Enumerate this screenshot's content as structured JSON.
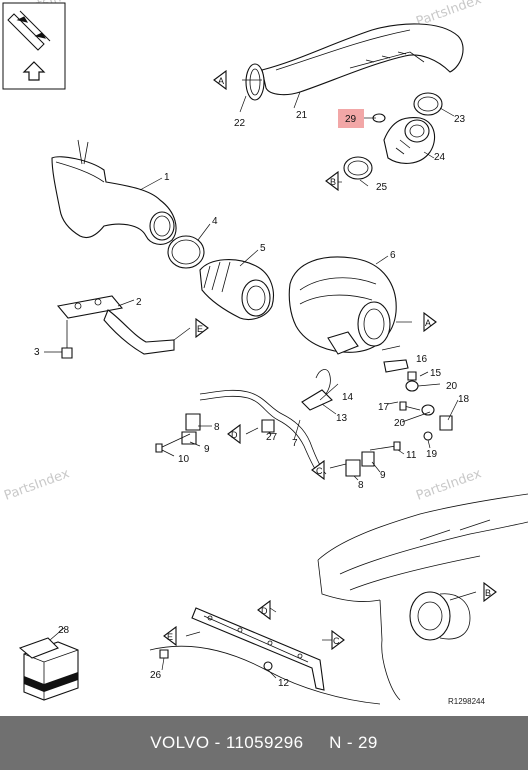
{
  "watermark": {
    "text": "PartsIndex"
  },
  "hint_box": {
    "arrow_icon": "up-arrow-icon"
  },
  "callouts": {
    "p1": "1",
    "p2": "2",
    "p3": "3",
    "p4": "4",
    "p5": "5",
    "p6": "6",
    "p7": "7",
    "p8a": "8",
    "p8b": "8",
    "p9a": "9",
    "p9b": "9",
    "p10": "10",
    "p11": "11",
    "p12": "12",
    "p13": "13",
    "p14": "14",
    "p15": "15",
    "p16": "16",
    "p17": "17",
    "p18": "18",
    "p19": "19",
    "p20a": "20",
    "p20b": "20",
    "p21": "21",
    "p22": "22",
    "p23": "23",
    "p24": "24",
    "p25": "25",
    "p26": "26",
    "p27": "27",
    "p28": "28",
    "p29": "29"
  },
  "highlight": {
    "part": "29",
    "color": "#f2a7a7"
  },
  "markers": {
    "a1": "A",
    "a2": "A",
    "b1": "B",
    "b2": "B",
    "c1": "C",
    "c2": "C",
    "d1": "D",
    "d2": "D",
    "e1": "E",
    "e2": "E"
  },
  "reference": "R1298244",
  "footer": {
    "brand": "VOLVO",
    "sep": " - ",
    "part_number": "11059296",
    "position": "N - 29"
  }
}
